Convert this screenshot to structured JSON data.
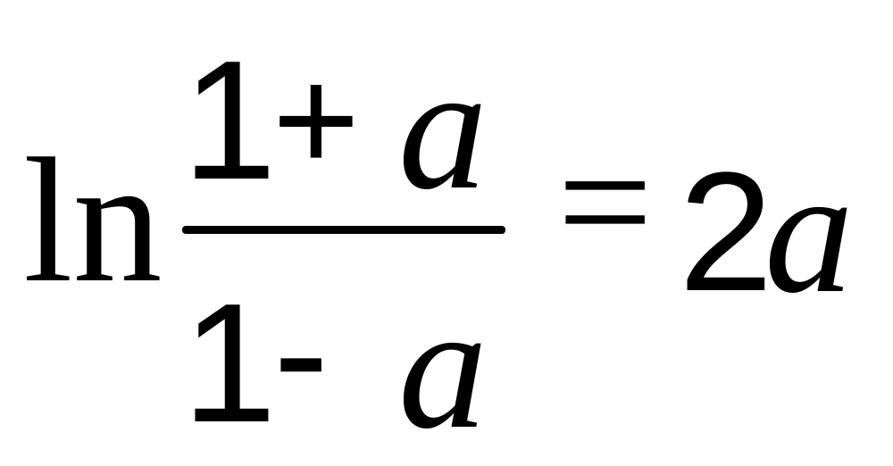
{
  "equation": {
    "function": "ln",
    "numerator": {
      "one": "1",
      "operator": "+",
      "variable": "a"
    },
    "denominator": {
      "one": "1",
      "operator": "-",
      "variable": "a"
    },
    "equals": "=",
    "rhs": {
      "coefficient": "2",
      "variable": "a"
    }
  }
}
